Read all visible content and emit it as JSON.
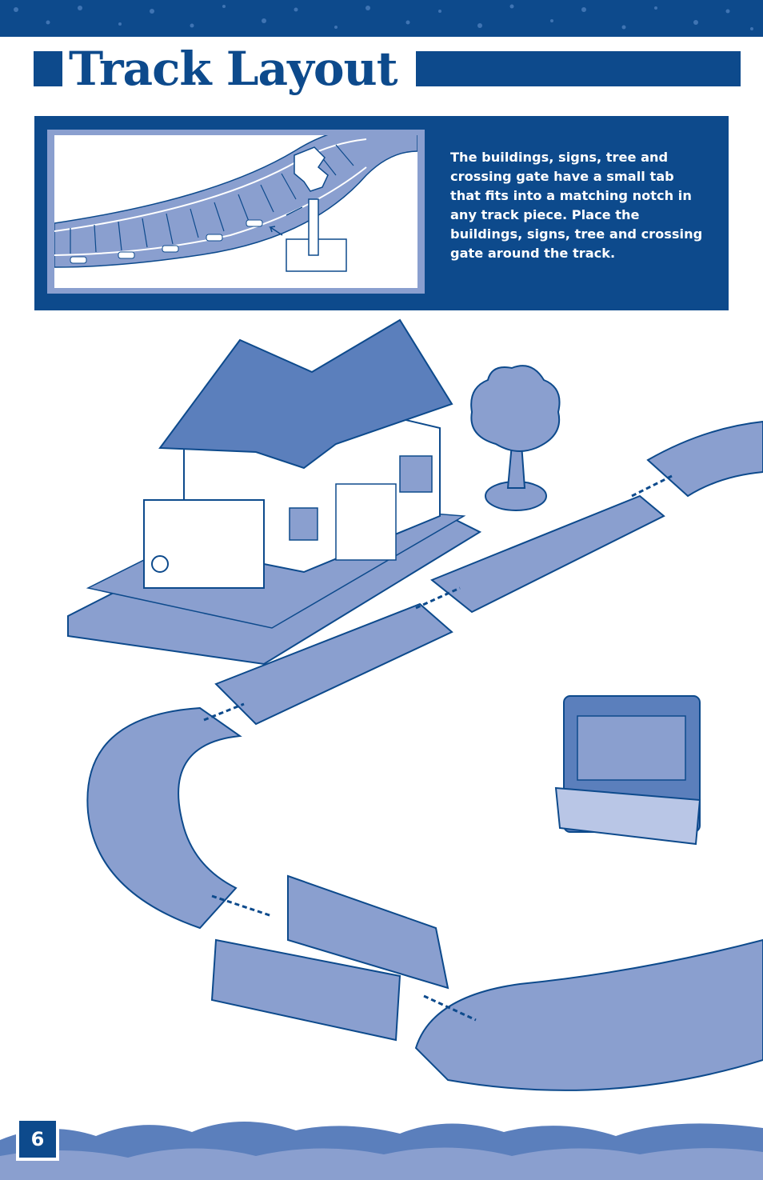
{
  "page": {
    "title": "Track Layout",
    "page_number": "6"
  },
  "instructions": {
    "text": "The buildings, signs, tree and crossing gate have a small tab that fits into a matching notch in any track piece. Place the buildings, signs, tree and crossing gate around the track."
  },
  "colors": {
    "brand_blue": "#0d4a8c",
    "illustration_fill": "#8a9fcf",
    "illustration_light": "#b9c6e6"
  },
  "illustration": {
    "icons": [
      "crossing-gate-icon",
      "station-building-icon",
      "tree-icon",
      "billboard-icon",
      "bridge-icon",
      "track-piece-icon"
    ]
  }
}
